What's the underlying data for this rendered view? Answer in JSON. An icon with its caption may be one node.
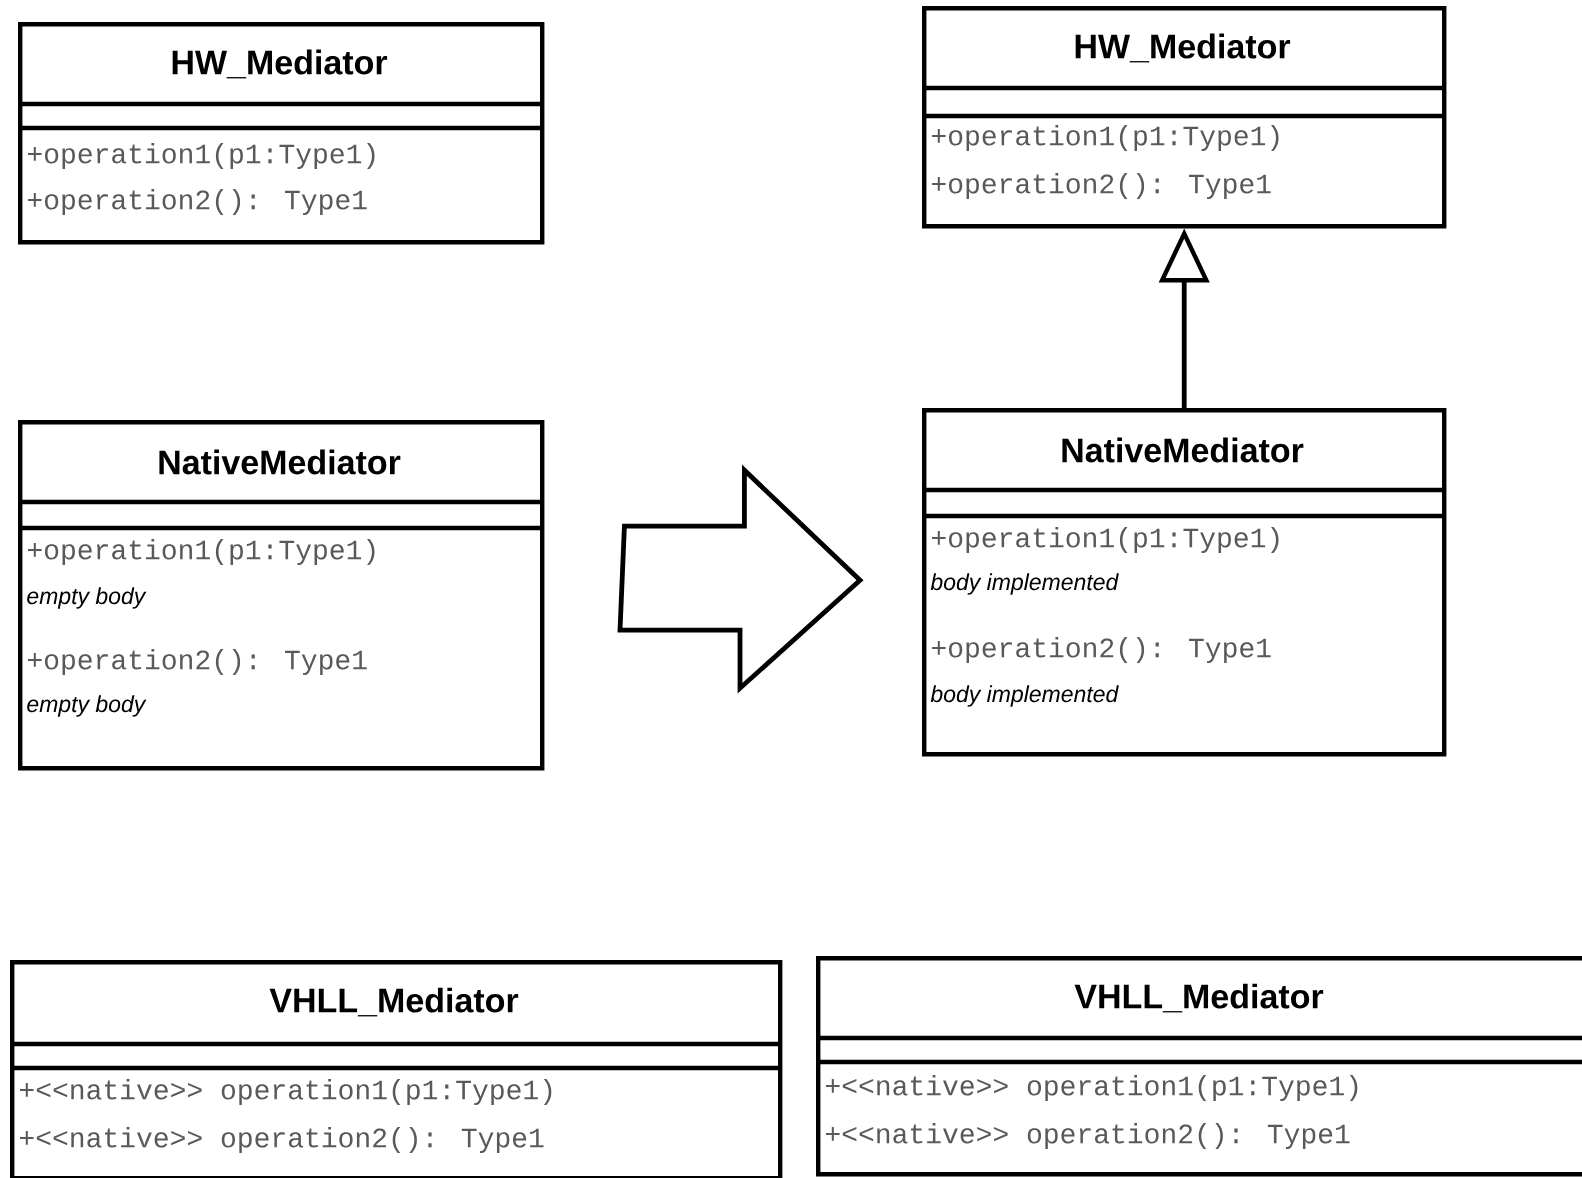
{
  "diagram": {
    "nodes": [
      {
        "text": [
          "HW_Mediator",
          "+operation1(p1:Type1)",
          "+operation2(): Type1"
        ]
      },
      {
        "text": [
          "HW_Mediator",
          "+operation1(p1:Type1)",
          "+operation2(): Type1"
        ]
      },
      {
        "text": [
          "NativeMediator",
          "+operation1(p1:Type1)",
          "empty body",
          "+operation2(): Type1",
          "empty body"
        ]
      },
      {
        "text": [
          "NativeMediator",
          "+operation1(p1:Type1)",
          "body implemented",
          "+operation2(): Type1",
          "body implemented"
        ]
      },
      {
        "text": [
          "VHLL_Mediator",
          "+<<native>> operation1(p1:Type1)",
          "+<<native>> operation2(): Type1"
        ]
      },
      {
        "text": [
          "VHLL_Mediator",
          "+<<native>> operation1(p1:Type1)",
          "+<<native>> operation2(): Type1"
        ]
      }
    ],
    "edges": [
      {
        "from": 2,
        "to": 3,
        "arrow": "to",
        "style": "thick"
      },
      {
        "from": 3,
        "to": 1,
        "arrow": "to"
      }
    ]
  }
}
